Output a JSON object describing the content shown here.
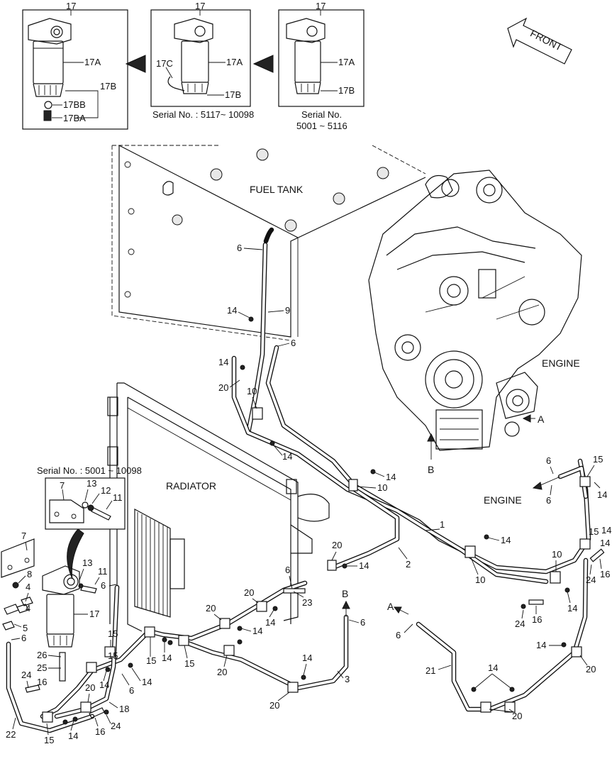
{
  "insets": {
    "left": {
      "part_17": "17",
      "part_17A": "17A",
      "part_17B": "17B",
      "part_17BB": "17BB",
      "part_17BA": "17BA"
    },
    "middle": {
      "part_17": "17",
      "part_17A": "17A",
      "part_17B": "17B",
      "part_17C": "17C",
      "serial": "Serial No. : 5117~ 10098"
    },
    "right": {
      "part_17": "17",
      "part_17A": "17A",
      "part_17B": "17B",
      "serial_line1": "Serial No.",
      "serial_line2": "5001 ~ 5116"
    }
  },
  "front_arrow": "FRONT",
  "labels": {
    "fuel_tank": "FUEL TANK",
    "engine": "ENGINE",
    "engine_arrow": "ENGINE",
    "radiator": "RADIATOR",
    "serial_small": "Serial No.   : 5001 ~ 10098",
    "ref_A": "A",
    "ref_B": "B"
  },
  "small_inset": {
    "p7": "7",
    "p13": "13",
    "p12": "12",
    "p11": "11"
  },
  "callouts": {
    "c1": "1",
    "c2": "2",
    "c3": "3",
    "c4": "4",
    "c5": "5",
    "c6": "6",
    "c7": "7",
    "c8": "8",
    "c9": "9",
    "c10": "10",
    "c11": "11",
    "c13": "13",
    "c14": "14",
    "c15": "15",
    "c16": "16",
    "c17": "17",
    "c18": "18",
    "c20": "20",
    "c21": "21",
    "c22": "22",
    "c23": "23",
    "c24": "24",
    "c25": "25",
    "c26": "26"
  },
  "colors": {
    "line": "#111111",
    "background": "#ffffff"
  }
}
